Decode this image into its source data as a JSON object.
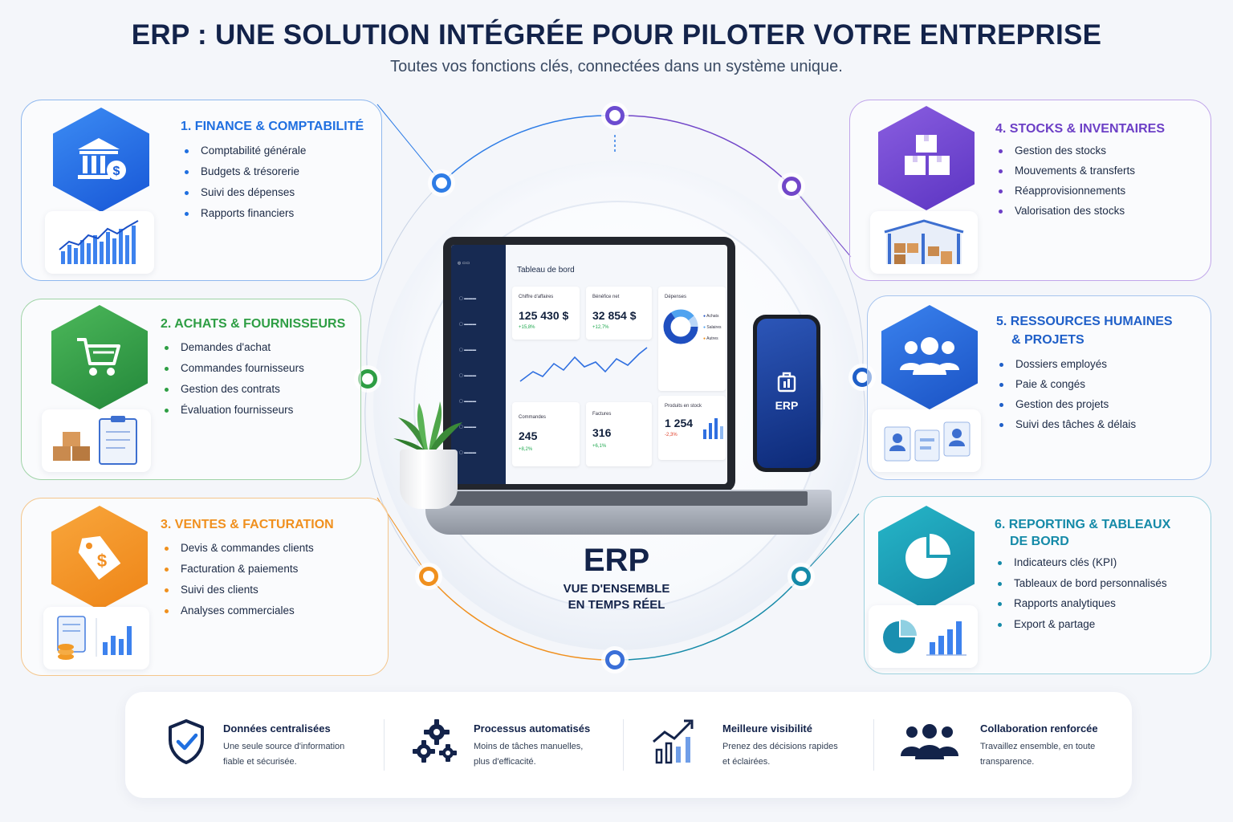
{
  "header": {
    "title": "ERP : UNE SOLUTION INTÉGRÉE POUR PILOTER VOTRE ENTREPRISE",
    "subtitle": "Toutes vos fonctions clés, connectées dans un système unique."
  },
  "center": {
    "label": "ERP",
    "sub_line1": "VUE D'ENSEMBLE",
    "sub_line2": "EN TEMPS RÉEL",
    "phone_label": "ERP",
    "dashboard": {
      "title": "Tableau de bord",
      "kpis": [
        {
          "label": "Chiffre d'affaires",
          "value": "125 430 $",
          "delta": "+15,8%"
        },
        {
          "label": "Bénéfice net",
          "value": "32 854 $",
          "delta": "+12,7%"
        },
        {
          "label": "Commandes",
          "value": "245",
          "delta": "+8,2%"
        },
        {
          "label": "Factures",
          "value": "316",
          "delta": "+6,1%"
        },
        {
          "label": "Produits en stock",
          "value": "1 254",
          "delta": "-2,3%"
        }
      ],
      "expenses_label": "Dépenses",
      "expenses_legend": [
        "Achats",
        "Salaires",
        "Autres"
      ]
    }
  },
  "modules": [
    {
      "title": "1. FINANCE & COMPTABILITÉ",
      "color": "#1f6fe0",
      "items": [
        "Comptabilité générale",
        "Budgets & trésorerie",
        "Suivi des dépenses",
        "Rapports financiers"
      ]
    },
    {
      "title": "2. ACHATS & FOURNISSEURS",
      "color": "#2e9e44",
      "items": [
        "Demandes d'achat",
        "Commandes fournisseurs",
        "Gestion des contrats",
        "Évaluation fournisseurs"
      ]
    },
    {
      "title": "3. VENTES & FACTURATION",
      "color": "#f0901e",
      "items": [
        "Devis & commandes clients",
        "Facturation & paiements",
        "Suivi des clients",
        "Analyses commerciales"
      ]
    },
    {
      "title": "4. STOCKS & INVENTAIRES",
      "color": "#6c3fc6",
      "items": [
        "Gestion des stocks",
        "Mouvements & transferts",
        "Réapprovisionnements",
        "Valorisation des stocks"
      ]
    },
    {
      "title_line1": "5. RESSOURCES HUMAINES",
      "title_line2": "& PROJETS",
      "color": "#1f5fc8",
      "items": [
        "Dossiers employés",
        "Paie & congés",
        "Gestion des projets",
        "Suivi des tâches & délais"
      ]
    },
    {
      "title_line1": "6. REPORTING & TABLEAUX",
      "title_line2": "DE BORD",
      "color": "#158aa8",
      "items": [
        "Indicateurs clés (KPI)",
        "Tableaux de bord personnalisés",
        "Rapports analytiques",
        "Export & partage"
      ]
    }
  ],
  "benefits": [
    {
      "title": "Données centralisées",
      "line1": "Une seule source d'information",
      "line2": "fiable et sécurisée.",
      "icon": "shield-check-icon"
    },
    {
      "title": "Processus automatisés",
      "line1": "Moins de tâches manuelles,",
      "line2": "plus d'efficacité.",
      "icon": "gears-icon"
    },
    {
      "title": "Meilleure visibilité",
      "line1": "Prenez des décisions rapides",
      "line2": "et éclairées.",
      "icon": "growth-chart-icon"
    },
    {
      "title": "Collaboration renforcée",
      "line1": "Travaillez ensemble, en toute",
      "line2": "transparence.",
      "icon": "team-icon"
    }
  ]
}
